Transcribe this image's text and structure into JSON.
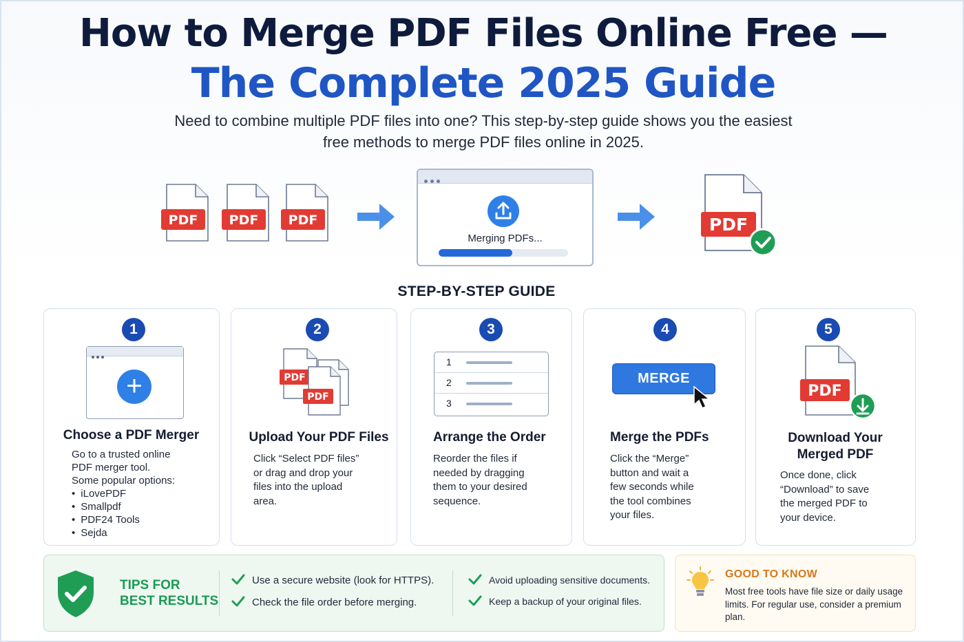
{
  "header": {
    "title_line1": "How to Merge PDF Files Online Free —",
    "title_line2": "The Complete 2025 Guide",
    "subtitle": "Need to combine multiple PDF files into one? This step-by-step guide shows you the easiest free methods to merge PDF files online in 2025."
  },
  "hero": {
    "pdf_label": "PDF",
    "merging_text": "Merging PDFs...",
    "progress_fraction": 0.57
  },
  "section_title": "STEP-BY-STEP GUIDE",
  "steps": [
    {
      "number": "1",
      "title": "Choose a PDF Merger",
      "body_lines": [
        "Go to a trusted online",
        "PDF merger tool.",
        "Some popular options:"
      ],
      "options": [
        "iLovePDF",
        "Smallpdf",
        "PDF24 Tools",
        "Sejda"
      ]
    },
    {
      "number": "2",
      "title": "Upload Your PDF Files",
      "body_lines": [
        "Click “Select PDF files”",
        "or drag and drop your",
        "files into the upload",
        "area."
      ]
    },
    {
      "number": "3",
      "title": "Arrange the Order",
      "body_lines": [
        "Reorder the files if",
        "needed by dragging",
        "them to your desired",
        "sequence."
      ],
      "list_numbers": [
        "1",
        "2",
        "3"
      ]
    },
    {
      "number": "4",
      "title": "Merge the PDFs",
      "button_label": "MERGE",
      "body_lines": [
        "Click the “Merge”",
        "button and wait a",
        "few seconds while",
        "the tool combines",
        "your files."
      ]
    },
    {
      "number": "5",
      "title_lines": [
        "Download Your",
        "Merged PDF"
      ],
      "body_lines": [
        "Once done, click",
        "“Download” to save",
        "the merged PDF to",
        "your device."
      ]
    }
  ],
  "tips": {
    "title_lines": [
      "TIPS FOR",
      "BEST RESULTS"
    ],
    "items": [
      "Use a secure website (look for HTTPS).",
      "Check the file order before merging.",
      "Avoid uploading sensitive documents.",
      "Keep a backup of your original files."
    ]
  },
  "good_to_know": {
    "title": "GOOD TO KNOW",
    "body": "Most free tools have file size or daily usage limits. For regular use, consider a premium plan."
  },
  "colors": {
    "title_dark": "#0f1b3d",
    "title_blue": "#1f56c4",
    "pdf_red": "#e23b33",
    "accent_blue": "#2f80e6",
    "badge_blue": "#1a4bb3",
    "success_green": "#1f9d55",
    "warning_orange": "#d9771a"
  }
}
